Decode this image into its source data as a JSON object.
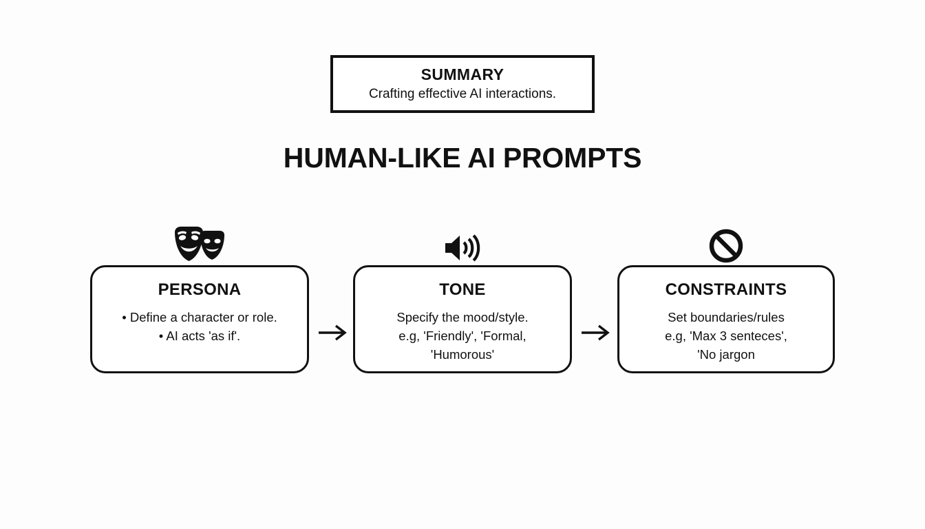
{
  "summary": {
    "title": "SUMMARY",
    "subtitle": "Crafting effective AI interactions."
  },
  "main_title": "HUMAN-LIKE AI PROMPTS",
  "flow": {
    "arrow_icon": "arrow-right-icon",
    "steps": [
      {
        "icon": "theater-masks-icon",
        "title": "PERSONA",
        "body": "• Define a character or role.\n• AI acts 'as if'."
      },
      {
        "icon": "speaker-volume-icon",
        "title": "TONE",
        "body": "Specify the mood/style.\ne.g, 'Friendly', 'Formal,\n'Humorous'"
      },
      {
        "icon": "prohibition-icon",
        "title": "CONSTRAINTS",
        "body": "Set boundaries/rules\ne.g, 'Max 3 senteces',\n'No jargon"
      }
    ]
  },
  "colors": {
    "ink": "#111111",
    "background": "#fdfdfd",
    "card_fill": "#ffffff"
  }
}
